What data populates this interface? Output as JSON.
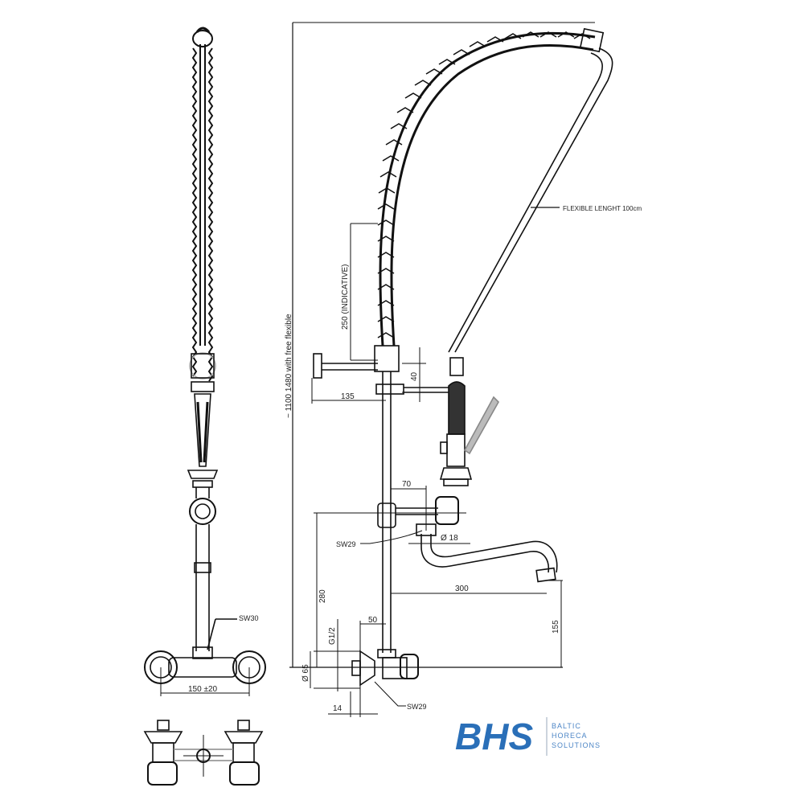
{
  "drawing": {
    "title": "Pre-rinse unit technical drawing",
    "colors": {
      "line": "#111111",
      "logo_blue": "#2a6fb8",
      "background": "#ffffff"
    },
    "views": [
      "front-view",
      "side-view",
      "top-view"
    ]
  },
  "dimensions": {
    "total_height": "~ 1100 1480 with free flexible",
    "spring_length": "250 (INDICATIVE)",
    "wall_bracket_offset": "135",
    "bracket_spacing": "40",
    "flexible_length": "FLEXIBLE LENGHT 100cm",
    "spout_offset": "70",
    "spout_diameter": "Ø 18",
    "spout_nut": "SW29",
    "mixer_height": "280",
    "spout_reach": "300",
    "spout_height": "155",
    "inlet_offset": "50",
    "thread": "G1/2",
    "inlet_diameter": "Ø 65",
    "inlet_depth": "14",
    "valve_nut": "SW29",
    "column_nut": "SW30",
    "inlet_spacing": "150 ±20"
  },
  "logo": {
    "mark": "BHS",
    "line1": "BALTIC",
    "line2": "HORECA",
    "line3": "SOLUTIONS"
  }
}
